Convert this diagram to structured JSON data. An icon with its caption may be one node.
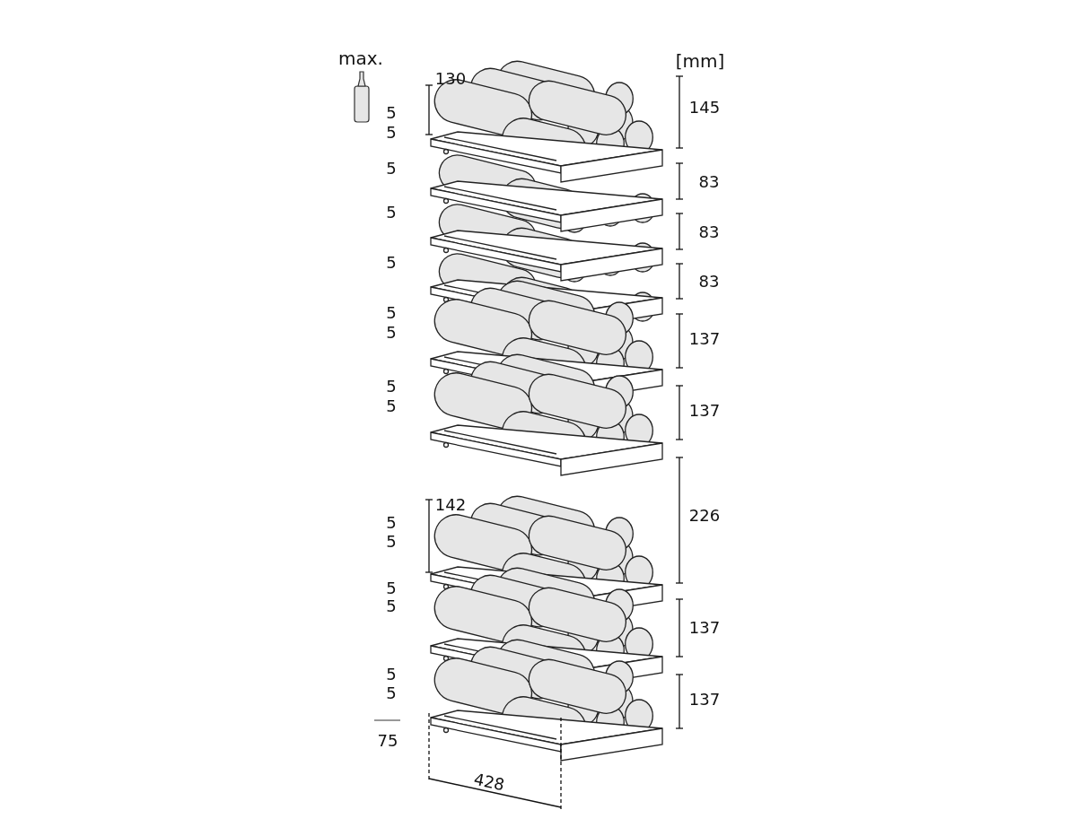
{
  "diagram": {
    "labels": [
      "max.",
      "[mm]",
      "130",
      "145",
      "5",
      "5",
      "5",
      "83",
      "5",
      "83",
      "5",
      "83",
      "5",
      "5",
      "137",
      "5",
      "5",
      "137",
      "142",
      "226",
      "5",
      "5",
      "5",
      "5",
      "137",
      "5",
      "5",
      "137",
      "75",
      "428"
    ]
  }
}
